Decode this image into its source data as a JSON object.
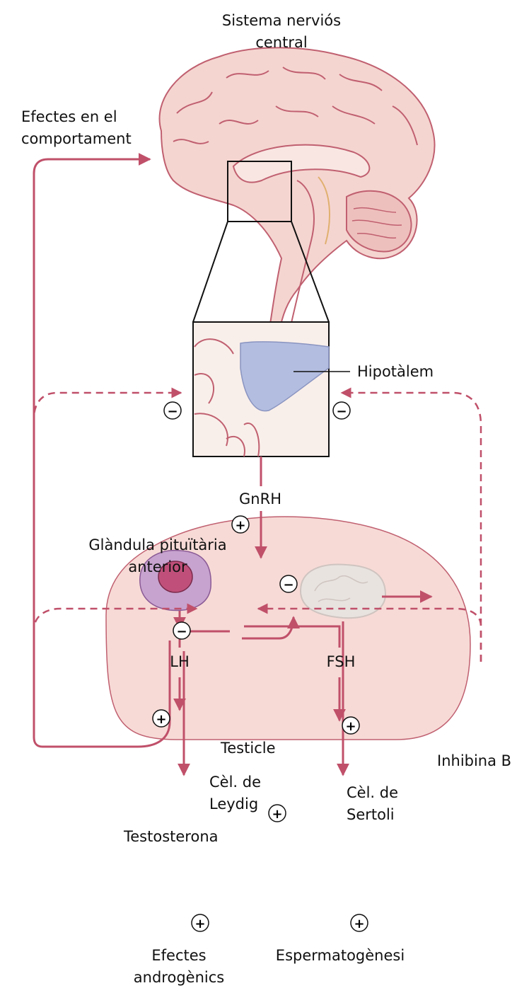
{
  "labels": {
    "cns": [
      "Sistema nerviós",
      "central"
    ],
    "behavior": [
      "Efectes en el",
      "comportament"
    ],
    "hypothalamus": "Hipotàlem",
    "gnrh": "GnRH",
    "pituitary": [
      "Glàndula pituïtària",
      "anterior"
    ],
    "lh": "LH",
    "fsh": "FSH",
    "testicle": "Testicle",
    "leydig": [
      "Cèl. de",
      "Leydig"
    ],
    "sertoli": [
      "Cèl. de",
      "Sertoli"
    ],
    "inhibin": "Inhibina B",
    "testosterone": "Testosterona",
    "androgenic": [
      "Efectes",
      "androgènics"
    ],
    "spermatogenesis": "Espermatogènesi"
  },
  "signs": {
    "plus": "+",
    "minus": "−"
  },
  "colors": {
    "arrow": "#c0506a",
    "brain": "#f5d5d0",
    "brain_outline": "#c06070",
    "hypothalamus": "#b3bde0",
    "testis": "#f7dad6",
    "leydig_outer": "#c7a3cf",
    "leydig_inner": "#c0507a",
    "sertoli": "#e8e3df"
  }
}
